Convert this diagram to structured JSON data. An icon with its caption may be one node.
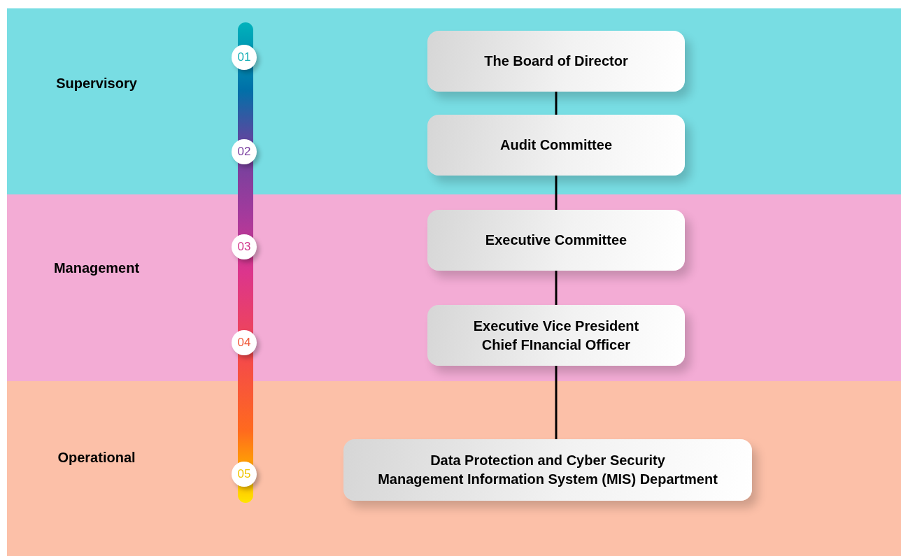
{
  "diagram": {
    "nodes": [
      {
        "text": [
          "Supervisory"
        ]
      },
      {
        "text": [
          "01"
        ],
        "in": 0
      },
      {
        "text": [
          "The Board of Director"
        ],
        "in": 0
      },
      {
        "text": [
          "02"
        ],
        "in": 0
      },
      {
        "text": [
          "Audit Committee"
        ],
        "in": 0
      },
      {
        "text": [
          "Management"
        ]
      },
      {
        "text": [
          "03"
        ],
        "in": 5
      },
      {
        "text": [
          "Executive Committee"
        ],
        "in": 5
      },
      {
        "text": [
          "04"
        ],
        "in": 5
      },
      {
        "text": [
          "Executive Vice President",
          "Chief FInancial Officer"
        ],
        "in": 5
      },
      {
        "text": [
          "Operational"
        ]
      },
      {
        "text": [
          "05"
        ],
        "in": 10
      },
      {
        "text": [
          "Data Protection and Cyber Security",
          "Management Information System (MIS) Department"
        ],
        "in": 10
      },
      {
        "text": [],
        "shape": "bar"
      }
    ],
    "edges": [
      {
        "from": 2,
        "to": 4,
        "arrow": "none"
      },
      {
        "from": 4,
        "to": 7,
        "arrow": "none"
      },
      {
        "from": 7,
        "to": 9,
        "arrow": "none"
      },
      {
        "from": 9,
        "to": 12,
        "arrow": "none"
      }
    ]
  }
}
